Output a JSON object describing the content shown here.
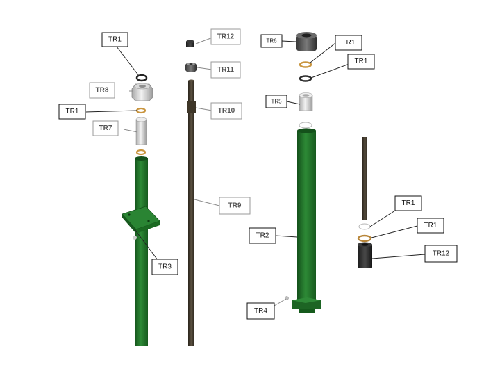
{
  "diagram": {
    "labels": {
      "tr1_a": "TR1",
      "tr8": "TR8",
      "tr1_b": "TR1",
      "tr7": "TR7",
      "tr3": "TR3",
      "tr12_a": "TR12",
      "tr11": "TR11",
      "tr10": "TR10",
      "tr9": "TR9",
      "tr6": "TR6",
      "tr1_c": "TR1",
      "tr1_d": "TR1",
      "tr5": "TR5",
      "tr2": "TR2",
      "tr4": "TR4",
      "tr1_e": "TR1",
      "tr1_f": "TR1",
      "tr12_b": "TR12"
    },
    "colors": {
      "tube_green": "#1f6b27",
      "tube_green_light": "#2f8a38",
      "rod_dark": "#3b3428",
      "metal_light": "#d7d7d7",
      "brass": "#c9953e",
      "black_part": "#2a2a2a"
    }
  }
}
